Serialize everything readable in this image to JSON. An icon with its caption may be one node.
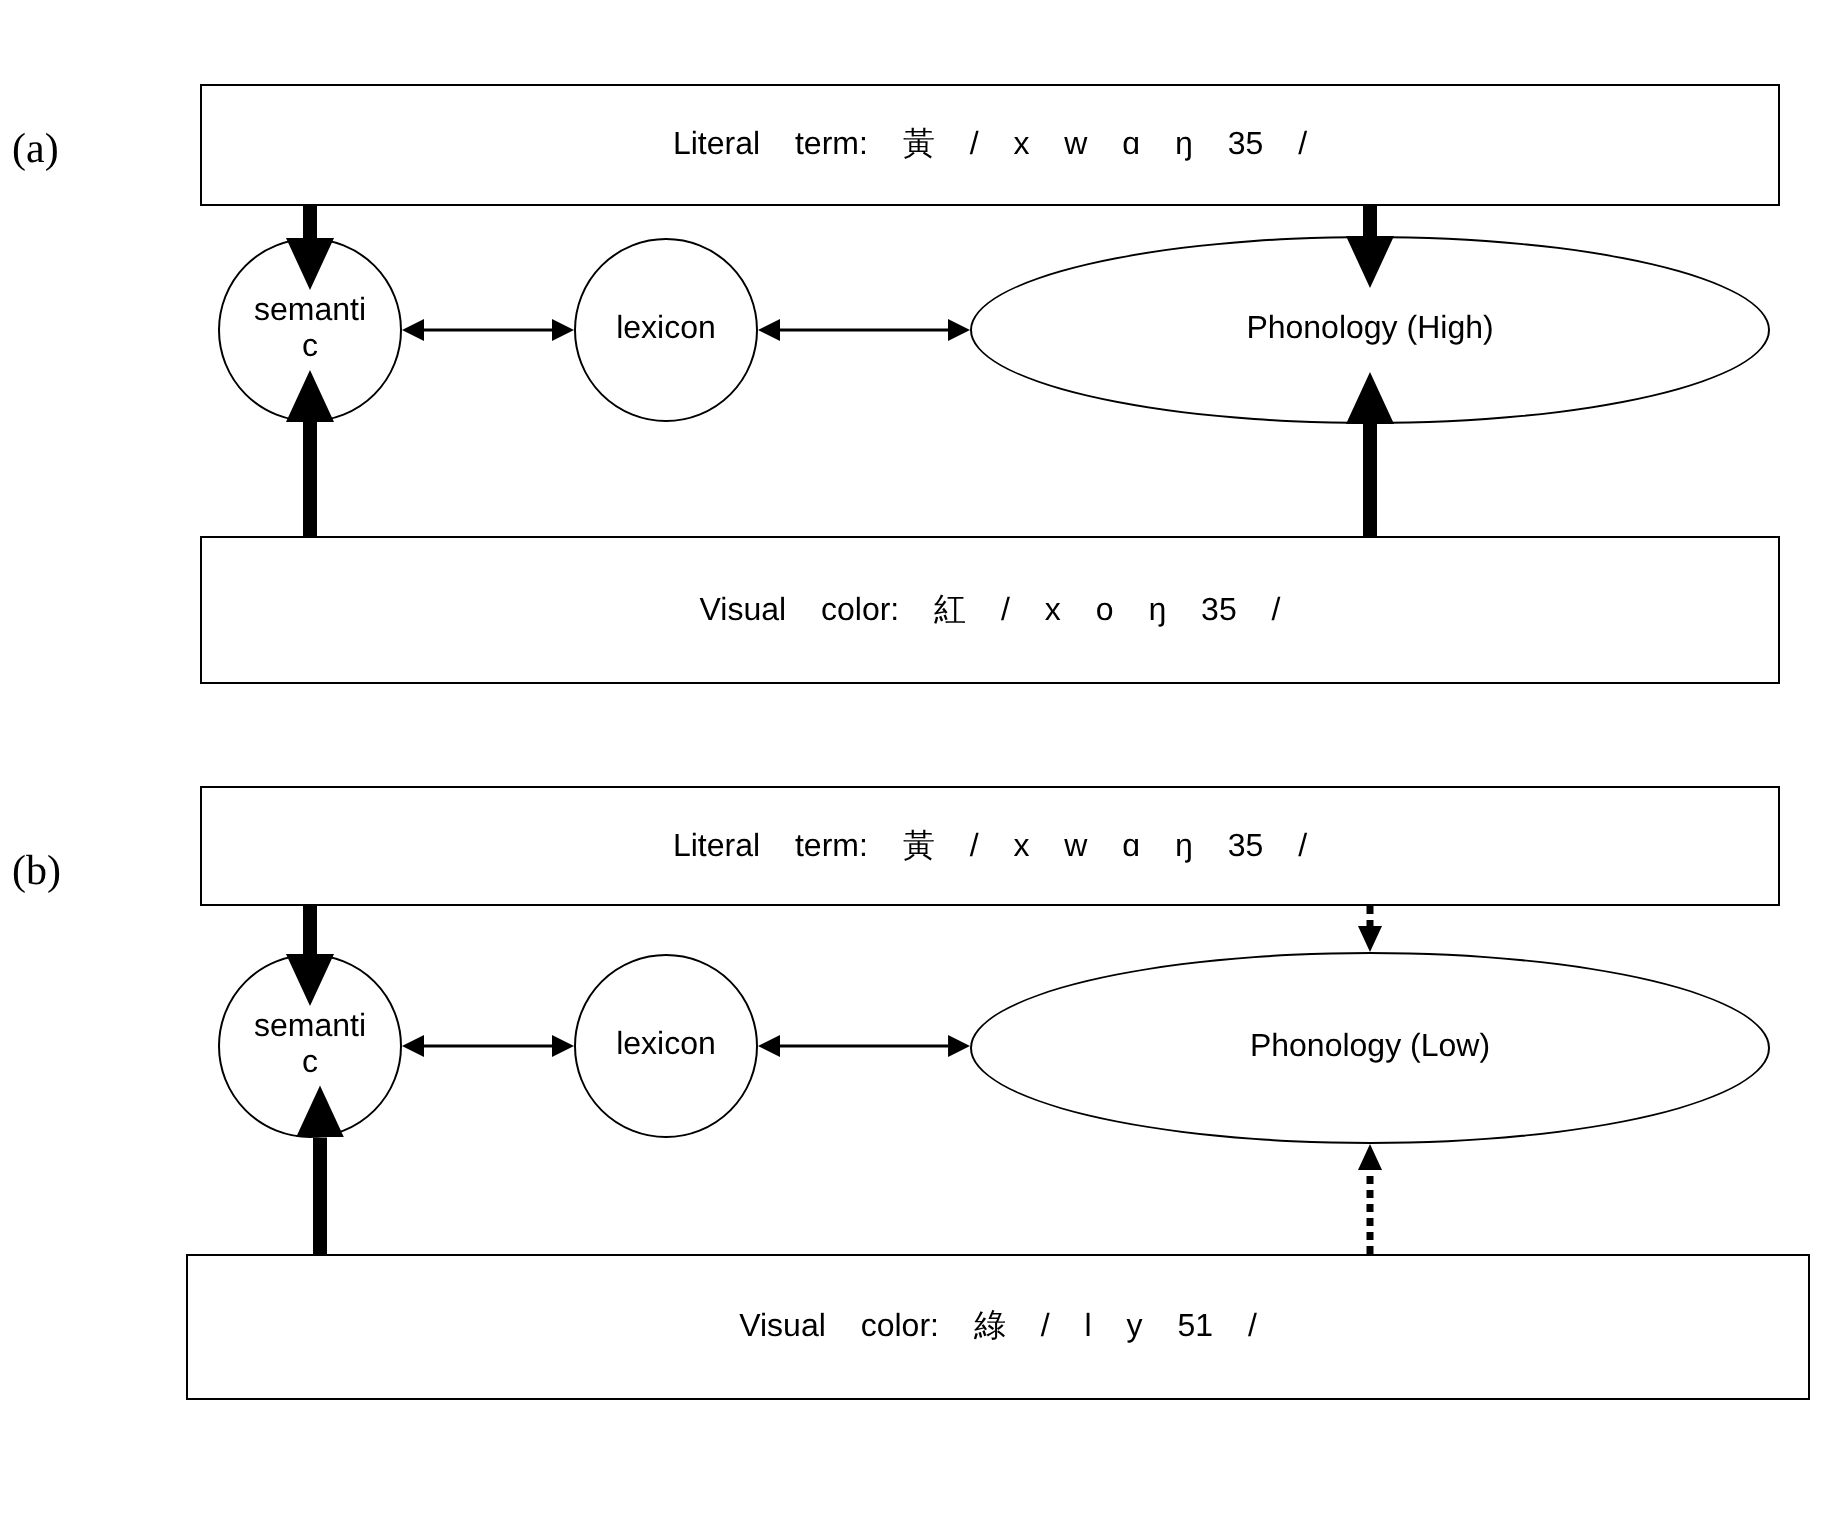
{
  "diagram": {
    "nodes": [
      {
        "text": [
          "Literal term: 黃 / x w ɑ ŋ 35 /"
        ]
      },
      {
        "text": [
          "semanti c"
        ]
      },
      {
        "text": [
          "lexicon"
        ]
      },
      {
        "text": [
          "Phonology (High)"
        ]
      },
      {
        "text": [
          "Visual color: 紅 / x o ŋ 35 /"
        ]
      },
      {
        "text": [
          "Literal term: 黃 / x w ɑ ŋ 35 /"
        ]
      },
      {
        "text": [
          "semanti c"
        ]
      },
      {
        "text": [
          "lexicon"
        ]
      },
      {
        "text": [
          "Phonology (Low)"
        ]
      },
      {
        "text": [
          "Visual color: 綠 / l y 51 /"
        ]
      }
    ],
    "edges": [
      {
        "from": 0,
        "to": 1,
        "arrow": "to",
        "style": "thick"
      },
      {
        "from": 0,
        "to": 3,
        "arrow": "to",
        "style": "thick"
      },
      {
        "from": 1,
        "to": 2,
        "arrow": "both"
      },
      {
        "from": 2,
        "to": 3,
        "arrow": "both"
      },
      {
        "from": 4,
        "to": 1,
        "arrow": "to",
        "style": "thick"
      },
      {
        "from": 4,
        "to": 3,
        "arrow": "to",
        "style": "thick"
      },
      {
        "from": 5,
        "to": 6,
        "arrow": "to",
        "style": "thick"
      },
      {
        "from": 5,
        "to": 8,
        "arrow": "to",
        "style": "dashed"
      },
      {
        "from": 6,
        "to": 7,
        "arrow": "both"
      },
      {
        "from": 7,
        "to": 8,
        "arrow": "both"
      },
      {
        "from": 9,
        "to": 6,
        "arrow": "to",
        "style": "thick"
      },
      {
        "from": 9,
        "to": 8,
        "arrow": "to",
        "style": "dashed"
      }
    ],
    "labels": [
      "(a)",
      "(b)"
    ]
  }
}
